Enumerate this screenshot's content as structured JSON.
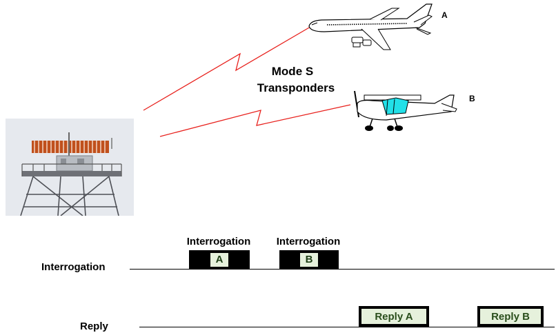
{
  "labels": {
    "mode_s_line1": "Mode S",
    "mode_s_line2": "Transponders",
    "aircraft_a": "A",
    "aircraft_b": "B"
  },
  "timing": {
    "interrogation_track_label": "Interrogation",
    "reply_track_label": "Reply",
    "interrogation_head_1": "Interrogation",
    "interrogation_head_2": "Interrogation",
    "pulse_a": "A",
    "pulse_b": "B",
    "reply_a": "Reply A",
    "reply_b": "Reply B"
  },
  "colors": {
    "signal": "#e8201c",
    "pulse_fill": "#000000",
    "label_fill": "#e6f1dc",
    "cessna_cabin": "#22e0e8"
  },
  "icons": [
    "airliner-icon",
    "cessna-icon",
    "radar-antenna-photo"
  ]
}
